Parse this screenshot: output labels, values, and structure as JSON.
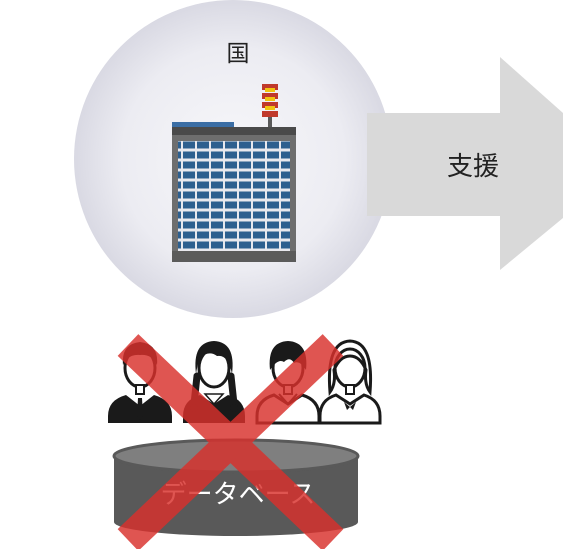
{
  "government": {
    "label": "国",
    "icon": "government-building-icon"
  },
  "support_arrow": {
    "label": "支援",
    "icon": "right-arrow-icon"
  },
  "people": {
    "icons": [
      "man-in-suit-icon",
      "woman-with-braids-icon",
      "man-in-shirt-icon",
      "woman-in-blouse-icon"
    ]
  },
  "database": {
    "label": "データベース",
    "icon": "database-cylinder-icon"
  },
  "cross_mark": {
    "icon": "red-x-icon"
  },
  "colors": {
    "circle_center": "#f5f5f9",
    "circle_edge": "#d6d6e0",
    "arrow": "#d9d9d9",
    "cross": "#d9302c",
    "cylinder": "#595959",
    "cylinder_top": "#808080",
    "text": "#222222",
    "database_text": "#ffffff"
  }
}
